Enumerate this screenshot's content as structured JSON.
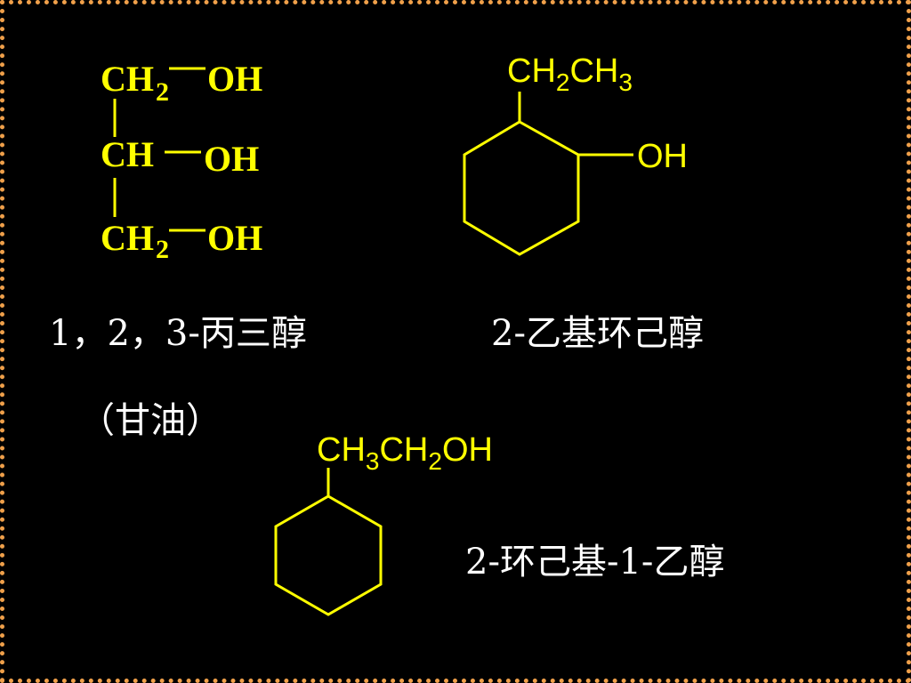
{
  "colors": {
    "background": "#000000",
    "structure": "#ffff00",
    "name_text": "#ffffff",
    "border": "#f0a04a"
  },
  "glycerol": {
    "rows": [
      {
        "main": "CH",
        "sub": "2",
        "group": "OH"
      },
      {
        "main": "CH",
        "sub": "",
        "group": "OH"
      },
      {
        "main": "CH",
        "sub": "2",
        "group": "OH"
      }
    ],
    "name": "1，2，3-丙三醇",
    "common_name": "（甘油）"
  },
  "ethylcyclohexanol": {
    "substituent": {
      "p1": "CH",
      "s1": "2",
      "p2": "CH",
      "s2": "3"
    },
    "hydroxyl": "OH",
    "name": "2-乙基环己醇"
  },
  "cyclohexylethanol": {
    "substituent": {
      "p1": "CH",
      "s1": "3",
      "p2": "CH",
      "s2": "2",
      "p3": "OH"
    },
    "name": "2-环己基-1-乙醇"
  }
}
